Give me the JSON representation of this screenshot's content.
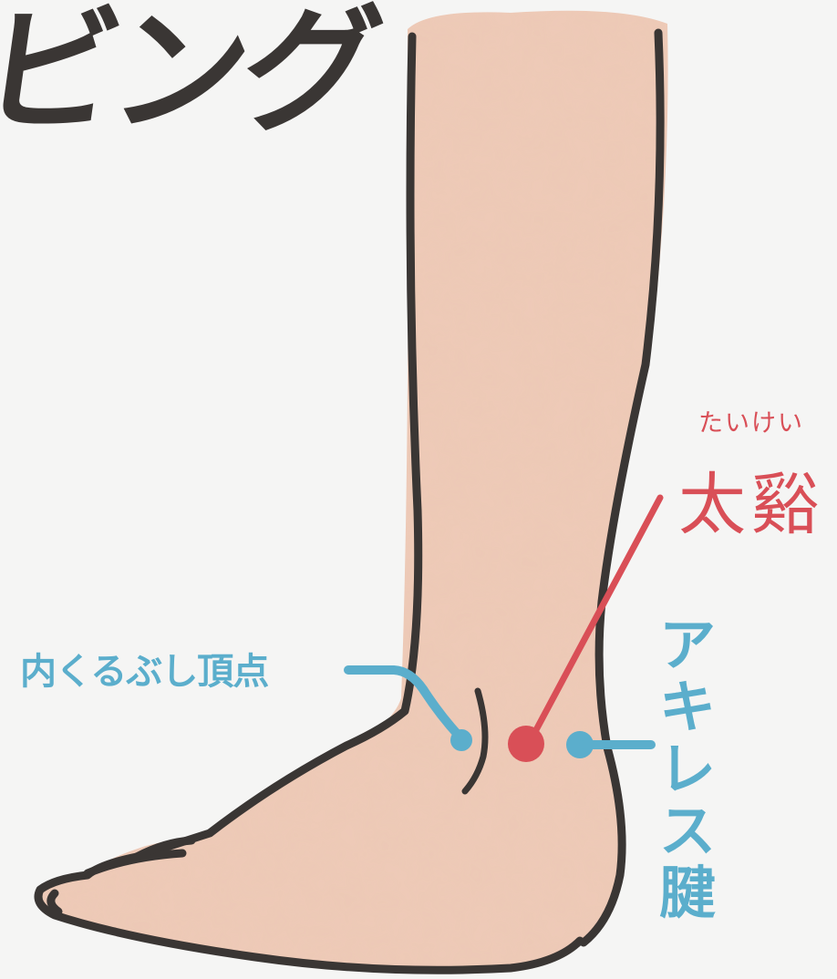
{
  "title_fragment": "ビング",
  "acupoint": {
    "name": "太谿",
    "reading": "たいけい",
    "color": "#d94f57"
  },
  "landmarks": {
    "ankle_apex": "内くるぶし頂点",
    "achilles_tendon": "アキレス腱",
    "color": "#5baecc"
  },
  "colors": {
    "skin": "#edc9b6",
    "outline": "#3a3634",
    "background": "#f5f5f4"
  }
}
